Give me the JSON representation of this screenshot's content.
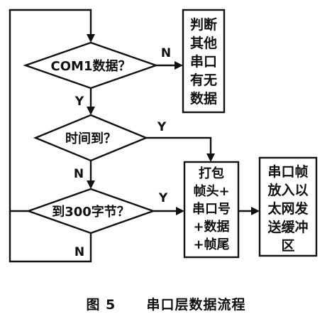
{
  "decisions": {
    "com1": "COM1数据？",
    "time": "时间到？",
    "bytes": "到300字节？"
  },
  "boxes": {
    "check_other": [
      "判断",
      "其他",
      "串口",
      "有无",
      "数据"
    ],
    "pack": [
      "打包",
      "帧头+",
      "串口号",
      "+数据",
      "+帧尾"
    ],
    "send": [
      "串口帧",
      "放入以",
      "太网发",
      "送缓冲",
      "区"
    ]
  },
  "branch_labels": {
    "com1_no": "N",
    "com1_yes": "Y",
    "time_yes": "Y",
    "time_no": "N",
    "bytes_yes": "Y",
    "bytes_no": "N"
  },
  "caption": {
    "figure": "图 5",
    "title": "串口层数据流程"
  }
}
